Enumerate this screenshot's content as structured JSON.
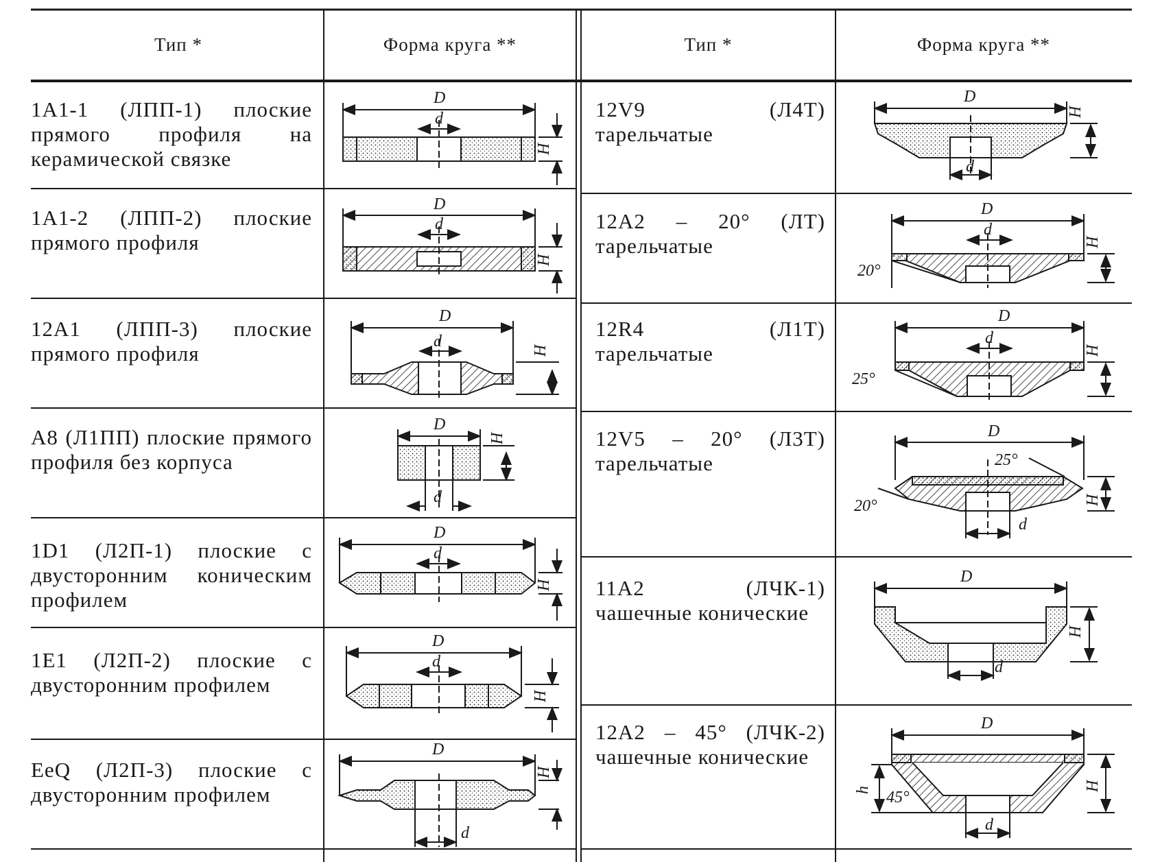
{
  "header": {
    "type_left": "Тип *",
    "shape_left": "Форма круга **",
    "type_right": "Тип *",
    "shape_right": "Форма круга **"
  },
  "left_rows": [
    {
      "text": "1A1-1 (ЛПП-1) плоские прямого профиля на керамической связке",
      "drawing": "flat-straight-ceramic-wheel"
    },
    {
      "text": "1A1-2 (ЛПП-2) плоские прямого профиля",
      "drawing": "flat-straight-wheel-with-body"
    },
    {
      "text": "12A1 (ЛПП-3) плоские прямого профиля",
      "drawing": "flat-straight-wheel-hub"
    },
    {
      "text": "A8 (Л1ПП) плоские прямого профиля без корпуса",
      "drawing": "flat-wheel-no-body"
    },
    {
      "text": "1D1 (Л2П-1) плоские с двусторонним коническим профилем",
      "drawing": "double-conical-wheel"
    },
    {
      "text": "1E1 (Л2П-2) плоские с двусторонним профилем",
      "drawing": "double-profile-wheel"
    },
    {
      "text": "EeQ (Л2П-3) плоские с двусторонним профилем",
      "drawing": "double-profile-wheel-2"
    }
  ],
  "right_rows": [
    {
      "text": "12V9 (Л4Т) тарельчатые",
      "drawing": "dish-wheel-v9"
    },
    {
      "text": "12A2 – 20° (ЛТ) тарельчатые",
      "drawing": "dish-wheel-20deg",
      "angle": "20°"
    },
    {
      "text": "12R4 (Л1Т) тарельчатые",
      "drawing": "dish-wheel-r4",
      "angle": "25°"
    },
    {
      "text": "12V5 – 20° (Л3Т) тарельчатые",
      "drawing": "dish-wheel-v5",
      "angle": "20°",
      "angle2": "25°"
    },
    {
      "text": "11A2 (ЛЧК-1) чашечные конические",
      "drawing": "cup-conical-wheel"
    },
    {
      "text": "12A2 – 45° (ЛЧК-2) чашечные конические",
      "drawing": "cup-conical-wheel-45",
      "angle": "45°",
      "h": "h"
    }
  ],
  "dim_labels": {
    "D": "D",
    "d": "d",
    "H": "H"
  }
}
